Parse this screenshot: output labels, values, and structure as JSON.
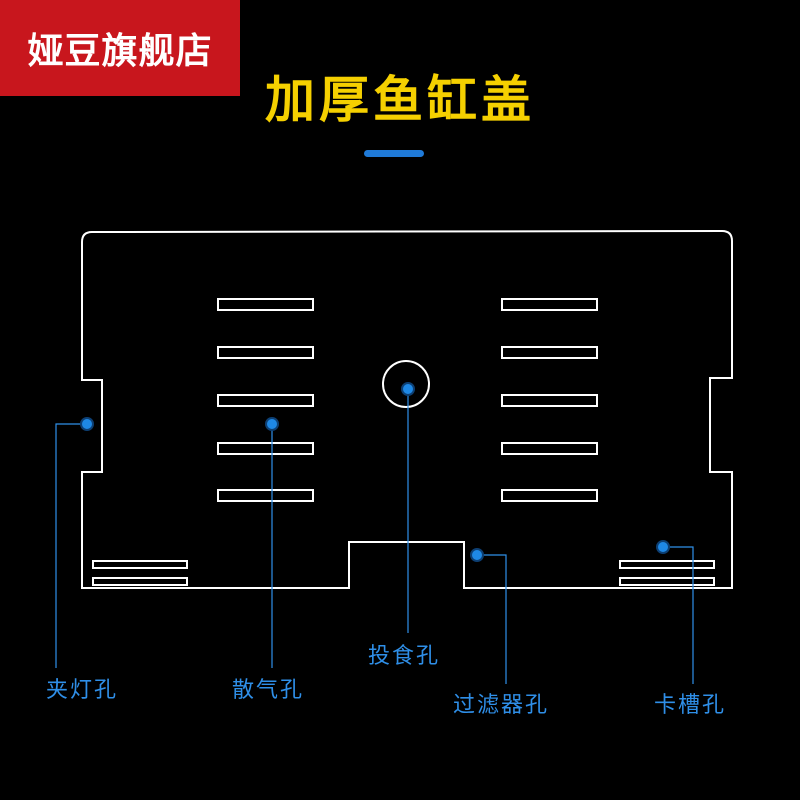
{
  "brand": {
    "text": "娅豆旗舰店",
    "color": "#c8161d"
  },
  "title": {
    "text": "加厚鱼缸盖",
    "color": "#f5d000",
    "accent": "#1f7ad8"
  },
  "diagram": {
    "line_color": "#ffffff",
    "callout_color": "#2f8fe8",
    "labels": {
      "clip_light_hole": "夹灯孔",
      "vent_holes": "散气孔",
      "feeding_hole": "投食孔",
      "filter_hole": "过滤器孔",
      "slot_holes": "卡槽孔"
    }
  }
}
